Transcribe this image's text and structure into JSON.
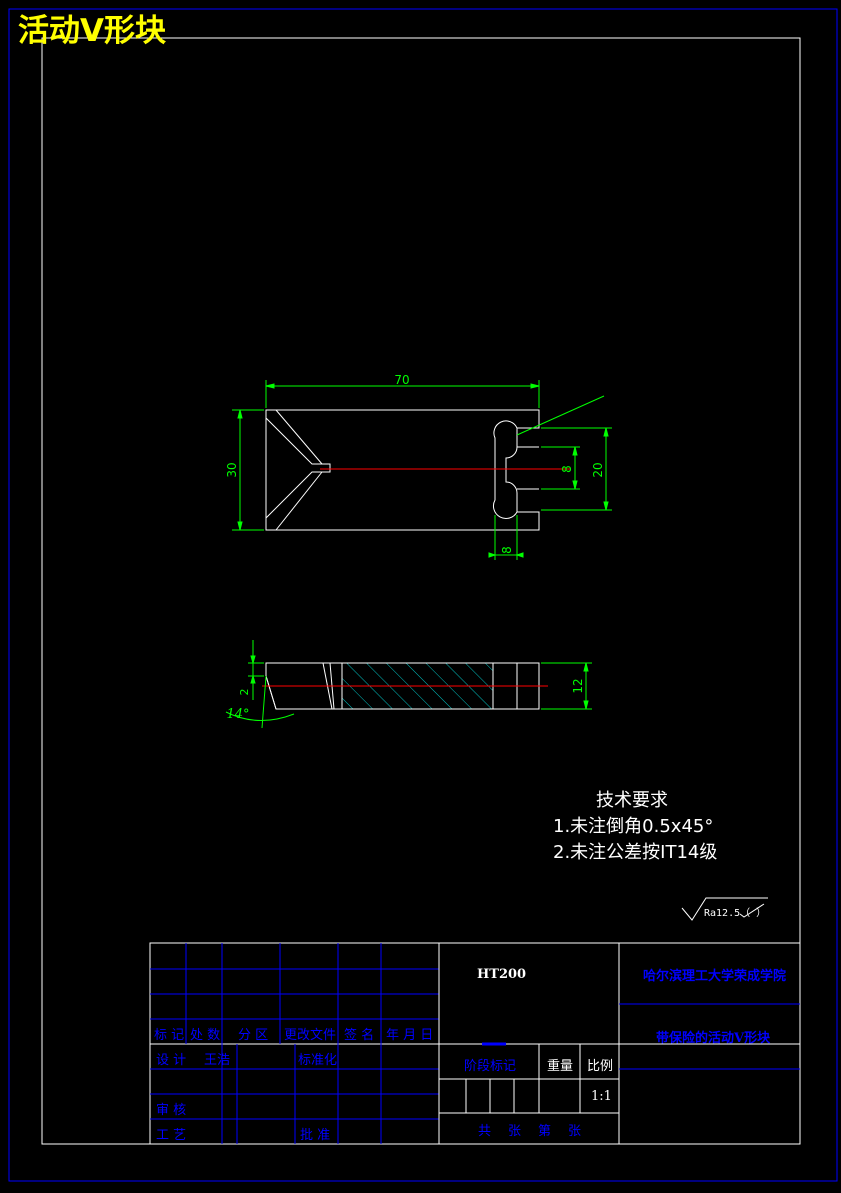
{
  "drawing": {
    "title": "活动V形块",
    "tech": {
      "heading": "技术要求",
      "items": [
        "1.未注倒角0.5x45°",
        "2.未注公差按IT14级"
      ]
    },
    "roughness": "Ra12.5（  ）",
    "dims": {
      "length": "70",
      "width": "30",
      "slot_width": "8",
      "slot_span": "20",
      "slot_depth": "8",
      "thickness": "12",
      "chamfer_height": "2",
      "angle": "14°"
    }
  },
  "title_block": {
    "material": "HT200",
    "school": "哈尔滨理工大学荣成学院",
    "part_name": "带保险的活动V形块",
    "scale": "1:1",
    "labels": {
      "biaoji": "标 记",
      "chushu": "处 数",
      "fenqu": "分 区",
      "genggai": "更改文件",
      "qianming": "签 名",
      "riqi": "年 月 日",
      "sheji": "设 计",
      "designer": "王浩",
      "biaozhunhua": "标准化",
      "shenhe": "审 核",
      "gongyi": "工 艺",
      "pizhun": "批 准",
      "jieduan": "阶段标记",
      "zhongliang": "重量",
      "bili": "比例",
      "gong": "共",
      "zhang1": "张",
      "di": "第",
      "zhang2": "张"
    }
  },
  "colors": {
    "background": "#000000",
    "outline": "#ffffff",
    "dimension": "#00ff00",
    "centerline": "#ff0000",
    "hatch": "#00c0c0",
    "titleblock": "#0000ff",
    "title": "#ffff00"
  }
}
